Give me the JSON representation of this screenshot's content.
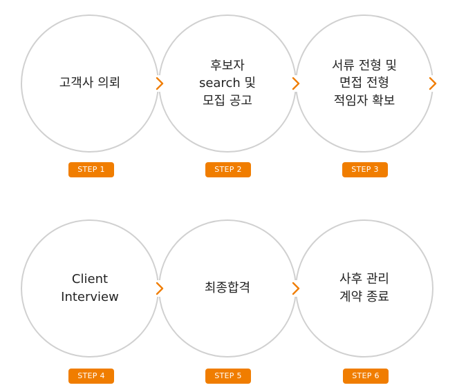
{
  "accent_color": "#f07d00",
  "steps": [
    {
      "badge": "STEP 1",
      "lines": [
        "고객사 의뢰"
      ]
    },
    {
      "badge": "STEP 2",
      "lines": [
        "후보자",
        "search 및",
        "모집 공고"
      ]
    },
    {
      "badge": "STEP 3",
      "lines": [
        "서류 전형 및",
        "면접 전형",
        "적임자 확보"
      ]
    },
    {
      "badge": "STEP 4",
      "lines": [
        "Client",
        "Interview"
      ]
    },
    {
      "badge": "STEP 5",
      "lines": [
        "최종합격"
      ]
    },
    {
      "badge": "STEP 6",
      "lines": [
        "사후 관리",
        "계약 종료"
      ]
    }
  ],
  "icons": {
    "arrow": "chevron-right-icon"
  }
}
